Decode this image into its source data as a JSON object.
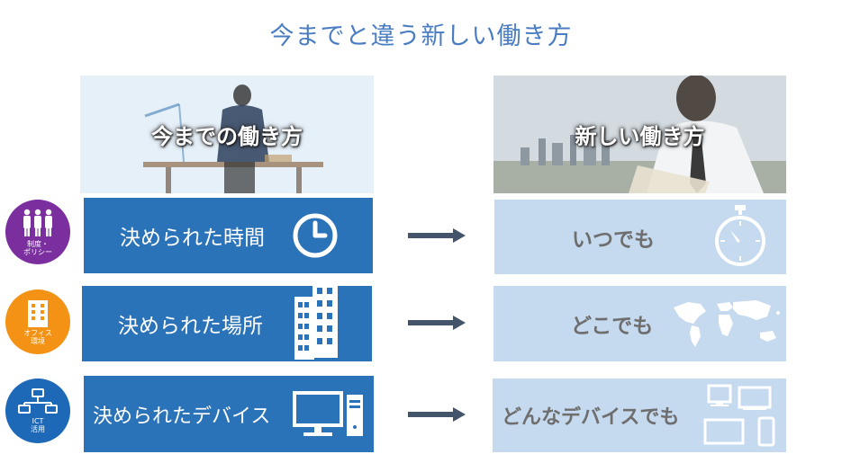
{
  "title": "今までと違う新しい働き方",
  "colors": {
    "title": "#4a7cc2",
    "old_box": "#2b73b9",
    "new_box": "#c5d9ef",
    "arrow": "#44546a"
  },
  "left_photo": {
    "label": "今までの働き方"
  },
  "right_photo": {
    "label": "新しい働き方"
  },
  "rows": [
    {
      "badge": {
        "line1": "制度・",
        "line2": "ポリシー",
        "icon": "people-icon",
        "color": "#7b2f9e"
      },
      "old": "決められた時間",
      "old_icon": "clock-icon",
      "new": "いつでも",
      "new_icon": "stopwatch-icon"
    },
    {
      "badge": {
        "line1": "オフィス",
        "line2": "環境",
        "icon": "building-icon",
        "color": "#f39214"
      },
      "old": "決められた場所",
      "old_icon": "office-building-icon",
      "new": "どこでも",
      "new_icon": "world-map-icon"
    },
    {
      "badge": {
        "line1": "ICT",
        "line2": "活用",
        "icon": "network-icon",
        "color": "#1e68b8"
      },
      "old": "決められたデバイス",
      "old_icon": "desktop-computer-icon",
      "new": "どんなデバイスでも",
      "new_icon": "multi-device-icon"
    }
  ]
}
